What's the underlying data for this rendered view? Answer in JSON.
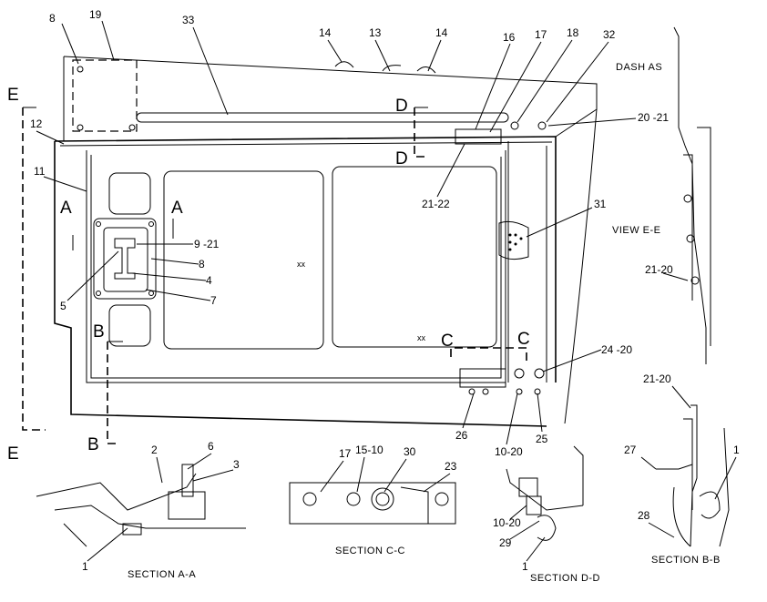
{
  "parts": [
    "8",
    "19",
    "33",
    "14",
    "13",
    "14",
    "16",
    "17",
    "18",
    "32",
    "12",
    "11",
    "9 -21",
    "8",
    "4",
    "5",
    "7",
    "21-22",
    "31",
    "20 -21",
    "24 -20",
    "26",
    "10-20",
    "25",
    "21-20",
    "21-20",
    "27",
    "1",
    "28",
    "2",
    "6",
    "3",
    "1",
    "17",
    "15-10",
    "30",
    "23",
    "10-20",
    "29",
    "1"
  ],
  "view_letters": [
    "E",
    "E",
    "A",
    "A",
    "B",
    "B",
    "C",
    "C",
    "D",
    "D"
  ],
  "captions": {
    "dash": "DASH AS",
    "view_e": "VIEW E-E",
    "section_a": "SECTION A-A",
    "section_c": "SECTION C-C",
    "section_d": "SECTION D-D",
    "section_b": "SECTION B-B"
  },
  "stamps": [
    "xx",
    "xx"
  ]
}
